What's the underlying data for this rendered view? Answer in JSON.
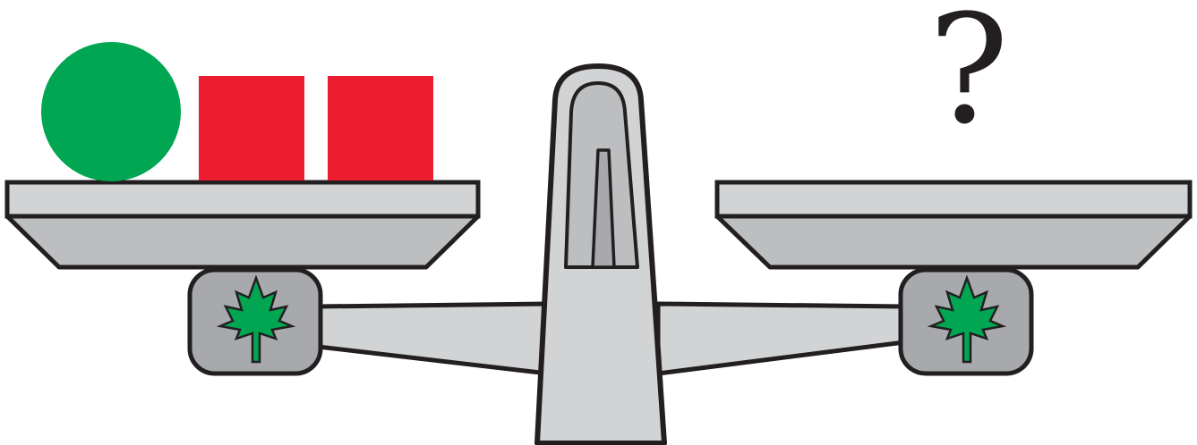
{
  "scale": {
    "left_pan": {
      "items": [
        {
          "shape": "circle",
          "color": "#00a651"
        },
        {
          "shape": "square",
          "color": "#ed1c2e"
        },
        {
          "shape": "square",
          "color": "#ed1c2e"
        }
      ]
    },
    "right_pan": {
      "label": "?"
    },
    "hub_emblem": "maple-leaf",
    "colors": {
      "metal": "#d1d3d4",
      "metal_dark": "#a7a9ac",
      "outline": "#231f20",
      "leaf": "#00a651"
    }
  }
}
